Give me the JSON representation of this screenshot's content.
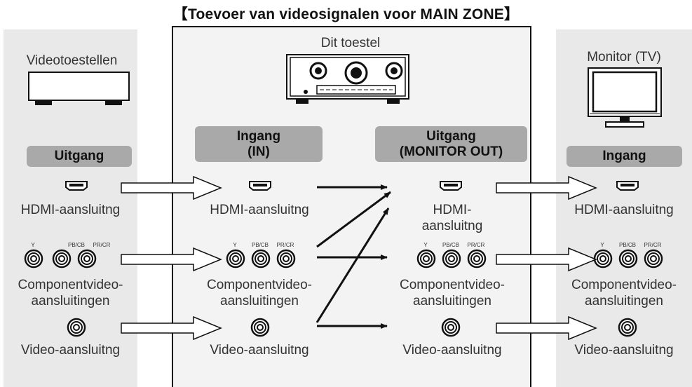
{
  "title": "【Toevoer van videosignalen voor MAIN ZONE】",
  "devices": {
    "source": "Videotoestellen",
    "unit": "Dit toestel",
    "monitor": "Monitor (TV)"
  },
  "badges": {
    "source_out": "Uitgang",
    "unit_in_1": "Ingang",
    "unit_in_2": "(IN)",
    "unit_out_1": "Uitgang",
    "unit_out_2": "(MONITOR OUT)",
    "monitor_in": "Ingang"
  },
  "labels": {
    "hdmi": "HDMI-aansluitng",
    "hdmi_split_1": "HDMI-",
    "hdmi_split_2": "aansluitng",
    "component_1": "Componentvideo-",
    "component_2": "aansluitingen",
    "video": "Video-aansluitng"
  },
  "jack_labels": {
    "y": "Y",
    "pb": "PB/CB",
    "pr": "PR/CR"
  },
  "colors": {
    "panel_side": "#e9e9e9",
    "panel_center": "#f3f3f3",
    "badge": "#a9a9a9"
  }
}
